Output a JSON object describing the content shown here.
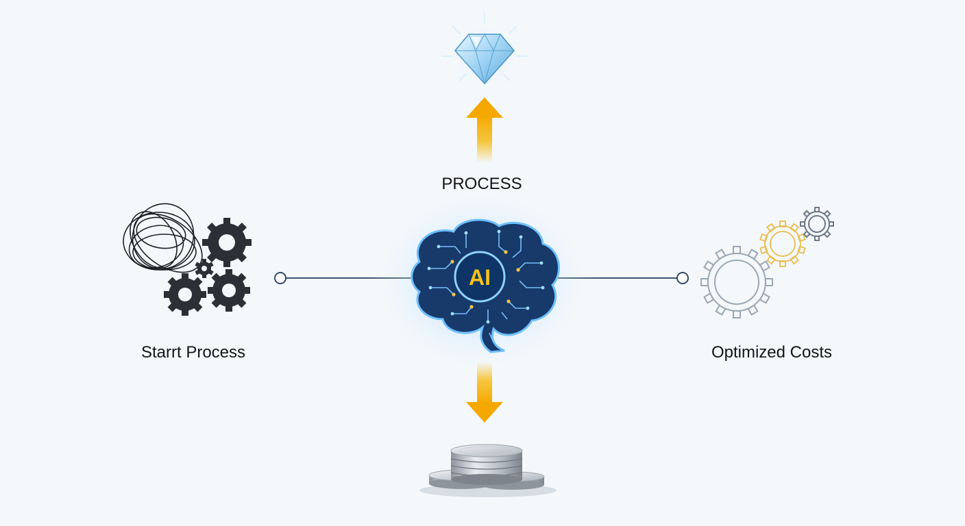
{
  "labels": {
    "top": "PROCESS",
    "left": "Starrt Process",
    "right": "Optimized Costs",
    "center": "AI"
  },
  "icons": {
    "top": "diamond-icon",
    "bottom": "coin-stack-icon",
    "left": "tangled-gears-icon",
    "right": "optimized-gears-icon",
    "center": "ai-brain-icon"
  },
  "colors": {
    "background": "#f4f8fb",
    "connector": "#3b5570",
    "arrow": "#f5b400",
    "brain": "#4aa3e8",
    "brain_glow": "#8ecbff",
    "ai_text": "#f6c21a",
    "ai_disc": "#0f3566",
    "gear_dark": "#2b2f36",
    "gear_light": "#9aa7b3",
    "gear_accent": "#e8c25a"
  }
}
